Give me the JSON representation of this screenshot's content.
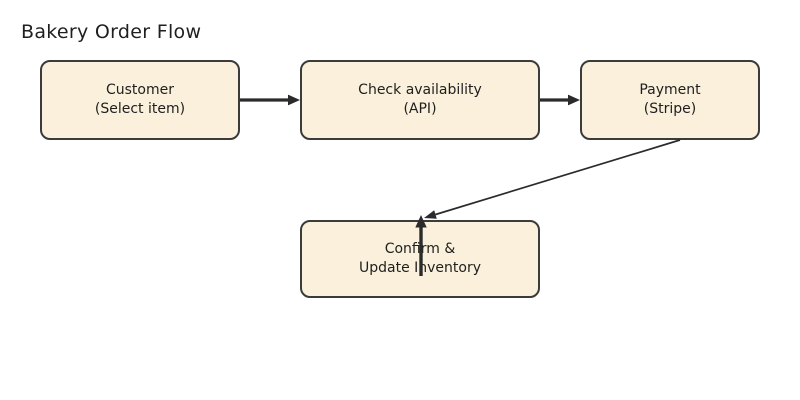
{
  "title": "Bakery Order Flow",
  "nodes": [
    {
      "id": "customer",
      "line1": "Customer",
      "line2": "(Select item)"
    },
    {
      "id": "check-availability",
      "line1": "Check availability",
      "line2": "(API)"
    },
    {
      "id": "payment",
      "line1": "Payment",
      "line2": "(Stripe)"
    },
    {
      "id": "confirm-update",
      "line1": "Confirm &",
      "line2": "Update Inventory"
    }
  ],
  "edges": [
    {
      "from": "Customer (Select item)",
      "to": "Check availability (API)",
      "style": "thick-horizontal-arrow"
    },
    {
      "from": "Check availability (API)",
      "to": "Payment (Stripe)",
      "style": "thick-horizontal-arrow"
    },
    {
      "from": "Payment (Stripe)",
      "to": "Confirm & Update Inventory",
      "style": "thin-diagonal-arrow"
    },
    {
      "from": "Confirm & Update Inventory interior",
      "to": "Confirm & Update Inventory top edge",
      "style": "thick-vertical-up-arrow"
    }
  ],
  "colors": {
    "background": "#FFFFFF",
    "node-fill": "#FAF0DC",
    "node-border": "#3B3B3B",
    "arrow": "#2B2B2B",
    "text": "#1F1F1F"
  }
}
